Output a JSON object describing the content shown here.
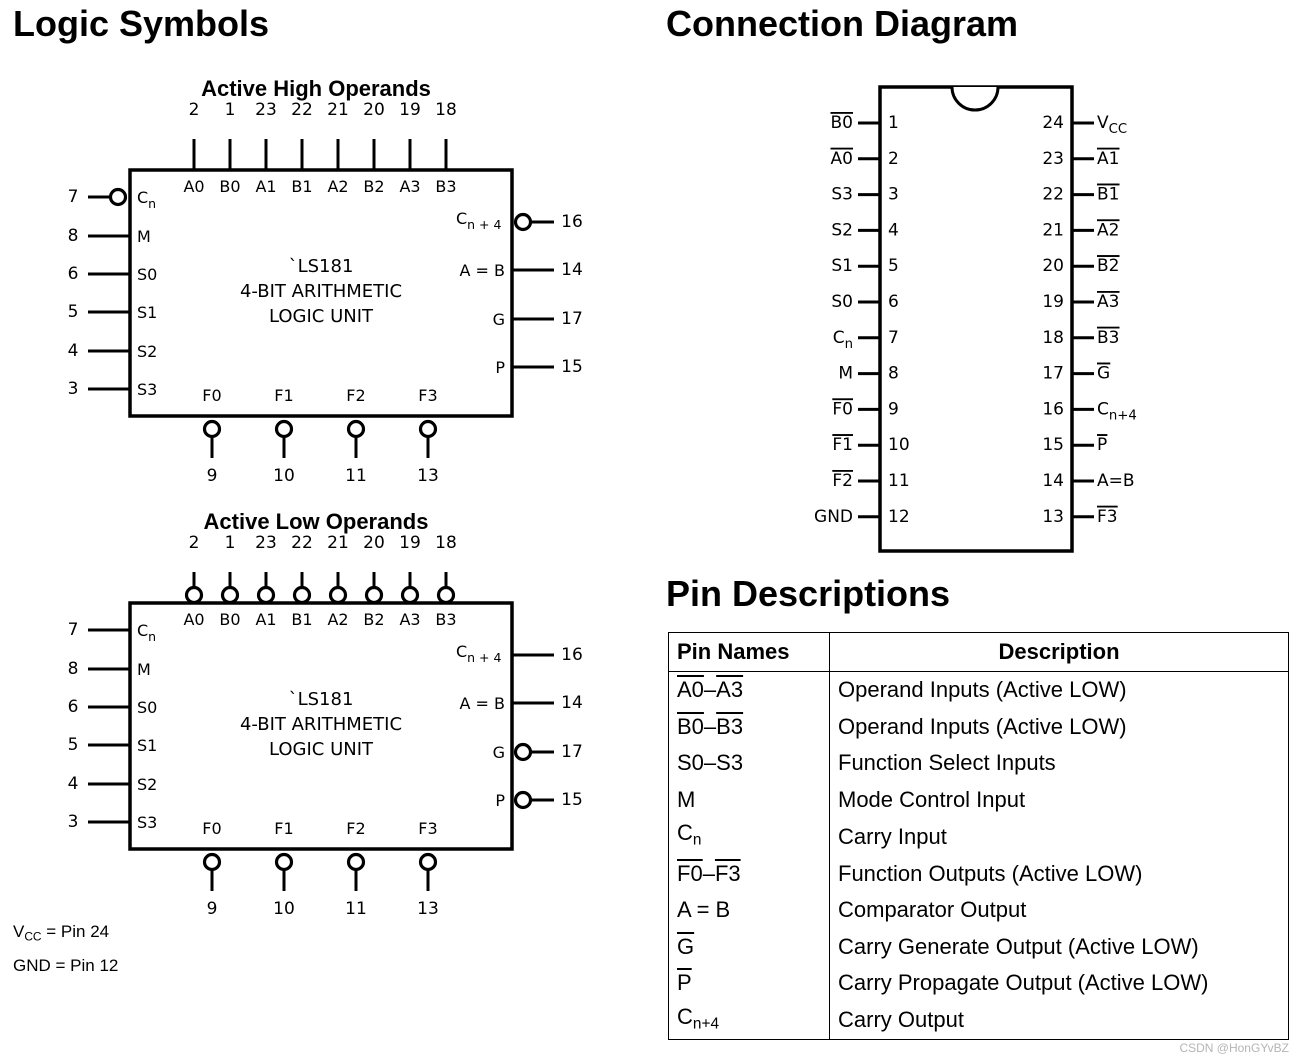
{
  "headings": {
    "logic_symbols": "Logic Symbols",
    "connection_diagram": "Connection Diagram",
    "pin_descriptions": "Pin Descriptions"
  },
  "symbol_high": {
    "title": "Active High Operands",
    "chip_lines": [
      "`LS181",
      "4-BIT ARITHMETIC",
      "LOGIC UNIT"
    ],
    "top_pins": [
      {
        "num": "2",
        "label": "A0",
        "bubble": false
      },
      {
        "num": "1",
        "label": "B0",
        "bubble": false
      },
      {
        "num": "23",
        "label": "A1",
        "bubble": false
      },
      {
        "num": "22",
        "label": "B1",
        "bubble": false
      },
      {
        "num": "21",
        "label": "A2",
        "bubble": false
      },
      {
        "num": "20",
        "label": "B2",
        "bubble": false
      },
      {
        "num": "19",
        "label": "A3",
        "bubble": false
      },
      {
        "num": "18",
        "label": "B3",
        "bubble": false
      }
    ],
    "left_pins": [
      {
        "num": "7",
        "label": "C",
        "sub": "n",
        "bubble": true
      },
      {
        "num": "8",
        "label": "M",
        "sub": "",
        "bubble": false
      },
      {
        "num": "6",
        "label": "S0",
        "sub": "",
        "bubble": false
      },
      {
        "num": "5",
        "label": "S1",
        "sub": "",
        "bubble": false
      },
      {
        "num": "4",
        "label": "S2",
        "sub": "",
        "bubble": false
      },
      {
        "num": "3",
        "label": "S3",
        "sub": "",
        "bubble": false
      }
    ],
    "right_pins": [
      {
        "num": "16",
        "label": "C",
        "sub": "n + 4",
        "bubble": true
      },
      {
        "num": "14",
        "label": "A = B",
        "sub": "",
        "bubble": false
      },
      {
        "num": "17",
        "label": "G",
        "sub": "",
        "bubble": false
      },
      {
        "num": "15",
        "label": "P",
        "sub": "",
        "bubble": false
      }
    ],
    "bottom_pins": [
      {
        "num": "9",
        "label": "F0",
        "bubble": true
      },
      {
        "num": "10",
        "label": "F1",
        "bubble": true
      },
      {
        "num": "11",
        "label": "F2",
        "bubble": true
      },
      {
        "num": "13",
        "label": "F3",
        "bubble": true
      }
    ]
  },
  "symbol_low": {
    "title": "Active Low Operands",
    "chip_lines": [
      "`LS181",
      "4-BIT ARITHMETIC",
      "LOGIC UNIT"
    ],
    "top_pins": [
      {
        "num": "2",
        "label": "A0",
        "bubble": true
      },
      {
        "num": "1",
        "label": "B0",
        "bubble": true
      },
      {
        "num": "23",
        "label": "A1",
        "bubble": true
      },
      {
        "num": "22",
        "label": "B1",
        "bubble": true
      },
      {
        "num": "21",
        "label": "A2",
        "bubble": true
      },
      {
        "num": "20",
        "label": "B2",
        "bubble": true
      },
      {
        "num": "19",
        "label": "A3",
        "bubble": true
      },
      {
        "num": "18",
        "label": "B3",
        "bubble": true
      }
    ],
    "left_pins": [
      {
        "num": "7",
        "label": "C",
        "sub": "n",
        "bubble": false
      },
      {
        "num": "8",
        "label": "M",
        "sub": "",
        "bubble": false
      },
      {
        "num": "6",
        "label": "S0",
        "sub": "",
        "bubble": false
      },
      {
        "num": "5",
        "label": "S1",
        "sub": "",
        "bubble": false
      },
      {
        "num": "4",
        "label": "S2",
        "sub": "",
        "bubble": false
      },
      {
        "num": "3",
        "label": "S3",
        "sub": "",
        "bubble": false
      }
    ],
    "right_pins": [
      {
        "num": "16",
        "label": "C",
        "sub": "n + 4",
        "bubble": false
      },
      {
        "num": "14",
        "label": "A = B",
        "sub": "",
        "bubble": false
      },
      {
        "num": "17",
        "label": "G",
        "sub": "",
        "bubble": true
      },
      {
        "num": "15",
        "label": "P",
        "sub": "",
        "bubble": true
      }
    ],
    "bottom_pins": [
      {
        "num": "9",
        "label": "F0",
        "bubble": true
      },
      {
        "num": "10",
        "label": "F1",
        "bubble": true
      },
      {
        "num": "11",
        "label": "F2",
        "bubble": true
      },
      {
        "num": "13",
        "label": "F3",
        "bubble": true
      }
    ]
  },
  "connection": {
    "left": [
      {
        "num": "1",
        "label": "B0",
        "sub": "",
        "bar": true
      },
      {
        "num": "2",
        "label": "A0",
        "sub": "",
        "bar": true
      },
      {
        "num": "3",
        "label": "S3",
        "sub": "",
        "bar": false
      },
      {
        "num": "4",
        "label": "S2",
        "sub": "",
        "bar": false
      },
      {
        "num": "5",
        "label": "S1",
        "sub": "",
        "bar": false
      },
      {
        "num": "6",
        "label": "S0",
        "sub": "",
        "bar": false
      },
      {
        "num": "7",
        "label": "C",
        "sub": "n",
        "bar": false
      },
      {
        "num": "8",
        "label": "M",
        "sub": "",
        "bar": false
      },
      {
        "num": "9",
        "label": "F0",
        "sub": "",
        "bar": true
      },
      {
        "num": "10",
        "label": "F1",
        "sub": "",
        "bar": true
      },
      {
        "num": "11",
        "label": "F2",
        "sub": "",
        "bar": true
      },
      {
        "num": "12",
        "label": "GND",
        "sub": "",
        "bar": false
      }
    ],
    "right": [
      {
        "num": "24",
        "label": "V",
        "sub": "CC",
        "bar": false
      },
      {
        "num": "23",
        "label": "A1",
        "sub": "",
        "bar": true
      },
      {
        "num": "22",
        "label": "B1",
        "sub": "",
        "bar": true
      },
      {
        "num": "21",
        "label": "A2",
        "sub": "",
        "bar": true
      },
      {
        "num": "20",
        "label": "B2",
        "sub": "",
        "bar": true
      },
      {
        "num": "19",
        "label": "A3",
        "sub": "",
        "bar": true
      },
      {
        "num": "18",
        "label": "B3",
        "sub": "",
        "bar": true
      },
      {
        "num": "17",
        "label": "G",
        "sub": "",
        "bar": true
      },
      {
        "num": "16",
        "label": "C",
        "sub": "n+4",
        "bar": false
      },
      {
        "num": "15",
        "label": "P",
        "sub": "",
        "bar": true
      },
      {
        "num": "14",
        "label": "A=B",
        "sub": "",
        "bar": false
      },
      {
        "num": "13",
        "label": "F3",
        "sub": "",
        "bar": true
      }
    ]
  },
  "pin_table": {
    "col_names": "Pin Names",
    "col_desc": "Description",
    "rows": [
      {
        "name_parts": [
          {
            "t": "A0",
            "bar": true
          },
          {
            "t": "–",
            "bar": false
          },
          {
            "t": "A3",
            "bar": true
          }
        ],
        "name_sub": "",
        "desc": "Operand Inputs (Active LOW)"
      },
      {
        "name_parts": [
          {
            "t": "B0",
            "bar": true
          },
          {
            "t": "–",
            "bar": false
          },
          {
            "t": "B3",
            "bar": true
          }
        ],
        "name_sub": "",
        "desc": "Operand Inputs (Active LOW)"
      },
      {
        "name_parts": [
          {
            "t": "S0–S3",
            "bar": false
          }
        ],
        "name_sub": "",
        "desc": "Function Select Inputs"
      },
      {
        "name_parts": [
          {
            "t": "M",
            "bar": false
          }
        ],
        "name_sub": "",
        "desc": "Mode Control Input"
      },
      {
        "name_parts": [
          {
            "t": "C",
            "bar": false
          }
        ],
        "name_sub": "n",
        "desc": "Carry Input"
      },
      {
        "name_parts": [
          {
            "t": "F0",
            "bar": true
          },
          {
            "t": "–",
            "bar": false
          },
          {
            "t": "F3",
            "bar": true
          }
        ],
        "name_sub": "",
        "desc": "Function Outputs (Active LOW)"
      },
      {
        "name_parts": [
          {
            "t": "A = B",
            "bar": false
          }
        ],
        "name_sub": "",
        "desc": "Comparator Output"
      },
      {
        "name_parts": [
          {
            "t": "G",
            "bar": true
          }
        ],
        "name_sub": "",
        "desc": "Carry Generate Output (Active LOW)"
      },
      {
        "name_parts": [
          {
            "t": "P",
            "bar": true
          }
        ],
        "name_sub": "",
        "desc": "Carry Propagate Output (Active LOW)"
      },
      {
        "name_parts": [
          {
            "t": "C",
            "bar": false
          }
        ],
        "name_sub": "n+4",
        "desc": "Carry Output"
      }
    ]
  },
  "footnotes": {
    "vcc_label": "V",
    "vcc_sub": "CC",
    "vcc_rest": " = Pin 24",
    "gnd": "GND = Pin 12"
  },
  "watermark": "CSDN @HonGYvBZ"
}
